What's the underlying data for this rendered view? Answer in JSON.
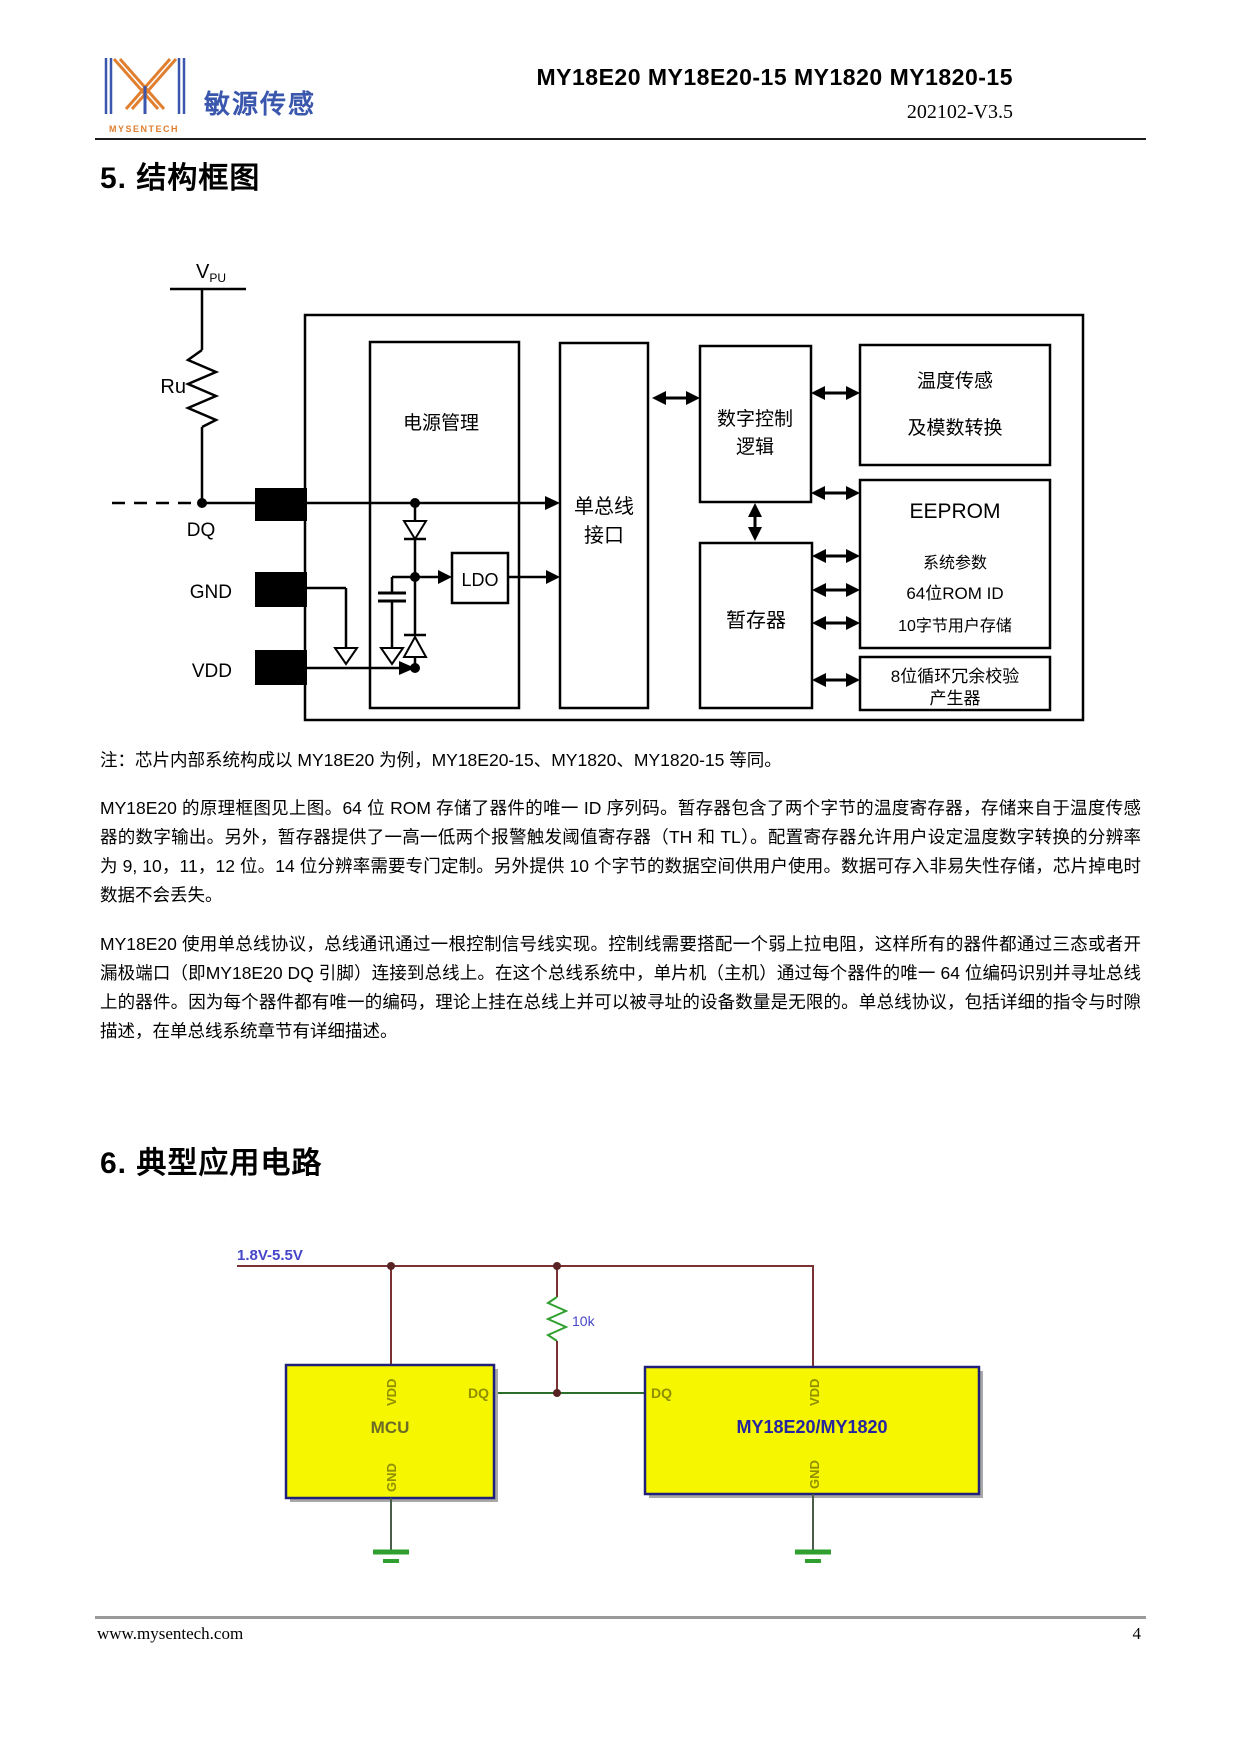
{
  "header": {
    "logo_text": "敏源传感",
    "logo_subtext": "MYSENTECH",
    "title": "MY18E20 MY18E20-15 MY1820 MY1820-15",
    "version": "202102-V3.5"
  },
  "section_block_diagram": {
    "heading": "5. 结构框图",
    "note": "注：芯片内部系统构成以 MY18E20 为例，MY18E20-15、MY1820、MY1820-15 等同。",
    "paragraph1": "MY18E20 的原理框图见上图。64 位 ROM 存储了器件的唯一 ID 序列码。暂存器包含了两个字节的温度寄存器，存储来自于温度传感器的数字输出。另外，暂存器提供了一高一低两个报警触发阈值寄存器（TH 和 TL）。配置寄存器允许用户设定温度数字转换的分辨率为 9, 10，11，12 位。14 位分辨率需要专门定制。另外提供 10 个字节的数据空间供用户使用。数据可存入非易失性存储，芯片掉电时数据不会丢失。",
    "paragraph2": "MY18E20 使用单总线协议，总线通讯通过一根控制信号线实现。控制线需要搭配一个弱上拉电阻，这样所有的器件都通过三态或者开漏极端口（即MY18E20 DQ 引脚）连接到总线上。在这个总线系统中，单片机（主机）通过每个器件的唯一 64 位编码识别并寻址总线上的器件。因为每个器件都有唯一的编码，理论上挂在总线上并可以被寻址的设备数量是无限的。单总线协议，包括详细的指令与时隙描述，在单总线系统章节有详细描述。"
  },
  "block_diagram": {
    "vpu_main": "V",
    "vpu_sub": "PU",
    "pullup_resistor": "Ru",
    "pin_dq": "DQ",
    "pin_gnd": "GND",
    "pin_vdd": "VDD",
    "power_mgmt": "电源管理",
    "ldo": "LDO",
    "onewire_line1": "单总线",
    "onewire_line2": "接口",
    "logic_line1": "数字控制",
    "logic_line2": "逻辑",
    "scratchpad": "暂存器",
    "temp_line1": "温度传感",
    "temp_line2": "及模数转换",
    "eeprom_title": "EEPROM",
    "eeprom_item1": "系统参数",
    "eeprom_item2": "64位ROM ID",
    "eeprom_item3": "10字节用户存储",
    "crc_line1": "8位循环冗余校验",
    "crc_line2": "产生器"
  },
  "section_app_circuit": {
    "heading": "6. 典型应用电路"
  },
  "app_circuit": {
    "supply_range": "1.8V-5.5V",
    "pullup_value": "10k",
    "mcu_label": "MCU",
    "device_label": "MY18E20/MY1820",
    "pin_vdd": "VDD",
    "pin_gnd": "GND",
    "pin_dq": "DQ",
    "colors": {
      "block_fill": "#f6f600",
      "block_border": "#20207a",
      "wire": "#7b3232",
      "net_green": "#2fa02f",
      "label_blue": "#4646c8",
      "pin_olive": "#8f8f00"
    }
  },
  "footer": {
    "website": "www.mysentech.com",
    "page_number": "4"
  }
}
